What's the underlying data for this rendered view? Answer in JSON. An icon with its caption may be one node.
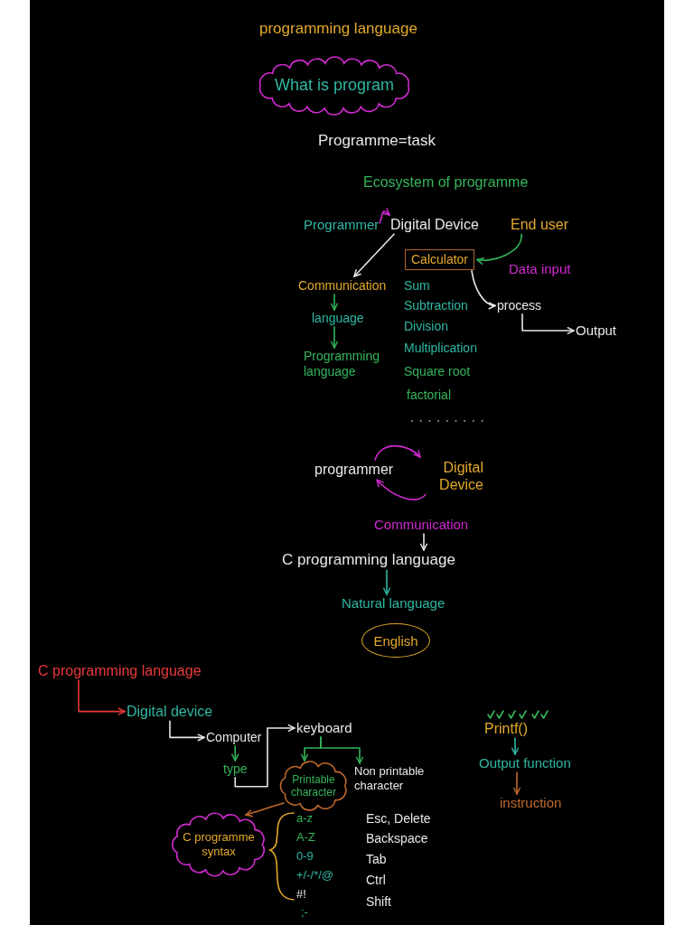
{
  "diagram": {
    "title": "programming language",
    "nodes": [
      {
        "text": [
          "What is program"
        ]
      },
      {
        "text": [
          "Programmer"
        ]
      },
      {
        "text": [
          "Digital Device"
        ]
      },
      {
        "text": [
          "End user"
        ]
      },
      {
        "text": [
          "Calculator"
        ]
      },
      {
        "text": [
          "Communication"
        ]
      },
      {
        "text": [
          "language"
        ]
      },
      {
        "text": [
          "Programming language"
        ]
      },
      {
        "text": [
          "process"
        ]
      },
      {
        "text": [
          "Output"
        ]
      },
      {
        "text": [
          "programmer"
        ]
      },
      {
        "text": [
          "Digital Device"
        ]
      },
      {
        "text": [
          "Communication"
        ]
      },
      {
        "text": [
          "C programming language"
        ]
      },
      {
        "text": [
          "Natural language"
        ]
      },
      {
        "text": [
          "English"
        ]
      },
      {
        "text": [
          "C programming language"
        ]
      },
      {
        "text": [
          "Digital device"
        ]
      },
      {
        "text": [
          "Computer"
        ]
      },
      {
        "text": [
          "type"
        ]
      },
      {
        "text": [
          "keyboard"
        ]
      },
      {
        "text": [
          "Printable character"
        ]
      },
      {
        "text": [
          "Non printable character"
        ]
      },
      {
        "text": [
          "C programme syntax"
        ]
      },
      {
        "text": [
          "Printf()"
        ]
      },
      {
        "text": [
          "Output function"
        ]
      },
      {
        "text": [
          "instruction"
        ]
      }
    ],
    "edges": [
      {
        "from": 1,
        "to": 2,
        "arrow": "to",
        "color": "#d02bd0"
      },
      {
        "from": 3,
        "to": 4,
        "arrow": "to",
        "label": "Data input",
        "color": "#34b55a"
      },
      {
        "from": 2,
        "to": 5,
        "arrow": "to",
        "color": "#e8e8e8"
      },
      {
        "from": 5,
        "to": 6,
        "arrow": "to",
        "color": "#34b55a"
      },
      {
        "from": 6,
        "to": 7,
        "arrow": "to",
        "color": "#34b55a"
      },
      {
        "from": 4,
        "to": 8,
        "arrow": "to",
        "color": "#e8e8e8"
      },
      {
        "from": 8,
        "to": 9,
        "arrow": "to",
        "color": "#e8e8e8"
      },
      {
        "from": 10,
        "to": 11,
        "arrow": "to",
        "color": "#d02bd0"
      },
      {
        "from": 11,
        "to": 10,
        "arrow": "to",
        "color": "#d02bd0"
      },
      {
        "from": 12,
        "to": 13,
        "arrow": "to",
        "color": "#e8e8e8"
      },
      {
        "from": 13,
        "to": 14,
        "arrow": "to",
        "color": "#2fb7a3"
      },
      {
        "from": 16,
        "to": 17,
        "arrow": "to",
        "color": "#e8393a"
      },
      {
        "from": 17,
        "to": 18,
        "arrow": "to",
        "color": "#e8e8e8"
      },
      {
        "from": 18,
        "to": 19,
        "arrow": "to",
        "color": "#34b55a"
      },
      {
        "from": 19,
        "to": 20,
        "arrow": "to",
        "color": "#e8e8e8"
      },
      {
        "from": 20,
        "to": 21,
        "arrow": "to",
        "color": "#34b55a"
      },
      {
        "from": 20,
        "to": 22,
        "arrow": "to",
        "color": "#34b55a"
      },
      {
        "from": 21,
        "to": 23,
        "arrow": "to",
        "color": "#c06a2c"
      },
      {
        "from": 24,
        "to": 25,
        "arrow": "to",
        "color": "#2fb7a3"
      },
      {
        "from": 25,
        "to": 26,
        "arrow": "to",
        "color": "#c06a2c"
      }
    ],
    "labels": [
      "Programme=task",
      "Ecosystem of programme",
      "Sum",
      "Subtraction",
      "Division",
      "Multiplication",
      "Square root",
      "factorial",
      "a-z",
      "A-Z",
      "0-9",
      "+/-/*/@",
      "#!",
      ";-",
      "Esc, Delete",
      "Backspace",
      "Tab",
      "Ctrl",
      "Shift"
    ]
  }
}
